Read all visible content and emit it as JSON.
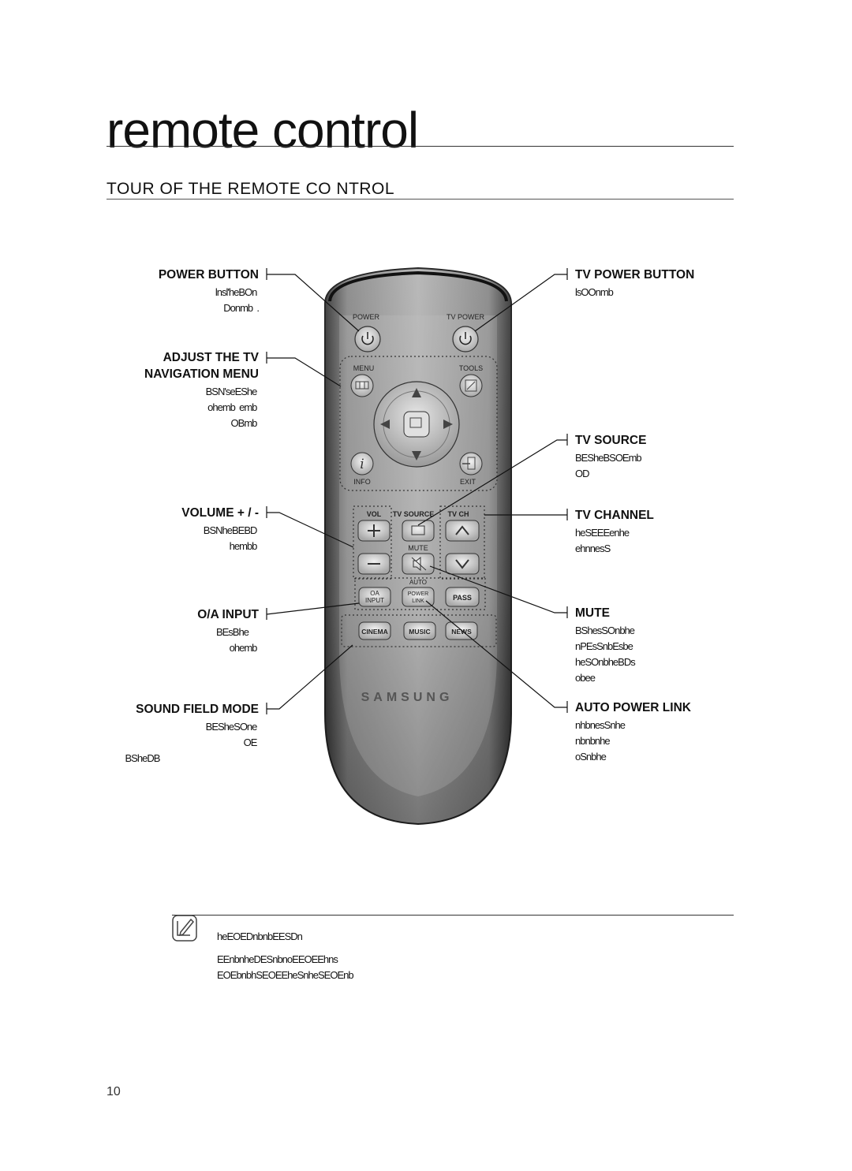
{
  "page": {
    "title": "remote control",
    "subtitle": "TOUR OF THE  REMOTE CO NTROL",
    "page_number": "10"
  },
  "callouts_left": [
    {
      "label": "POWER BUTTON",
      "desc": [
        "lnsl'heBOn ",
        "Donmb             ."
      ]
    },
    {
      "label": "ADJUST THE TV",
      "label2": "NAVIGATION MENU",
      "desc": [
        "BSN'seEShe ",
        "ohemb  emb ",
        "OBmb "
      ]
    },
    {
      "label": "VOLUME + / -",
      "desc": [
        "BSNheBEBD ",
        "hembb "
      ]
    },
    {
      "label": "O/A INPUT",
      "desc": [
        "BEsBhe           ",
        "ohemb "
      ]
    },
    {
      "label": "SOUND FIELD MODE",
      "desc": [
        "BESheSOne ",
        "OE ",
        "BSheDB "
      ]
    }
  ],
  "callouts_right": [
    {
      "label": "TV POWER BUTTON",
      "desc": [
        "lsOOnmb "
      ]
    },
    {
      "label": "TV SOURCE",
      "desc": [
        "BESheBSOEmb ",
        "OD "
      ]
    },
    {
      "label": "TV CHANNEL",
      "desc": [
        "heSEEEenhe ",
        "ehnnesS "
      ]
    },
    {
      "label": "MUTE",
      "desc": [
        "BShesSOnbhe ",
        "nPEsSnbEsbe ",
        "heSOnbheBDs ",
        "obee "
      ]
    },
    {
      "label": "AUTO POWER LINK",
      "desc": [
        "nhbnesSnhe ",
        "nbnbnhe ",
        "oSnbhe "
      ]
    }
  ],
  "remote": {
    "power": "POWER",
    "tv_power": "TV POWER",
    "menu": "MENU",
    "tools": "TOOLS",
    "info": "INFO",
    "exit": "EXIT",
    "vol": "VOL",
    "tv_source": "TV SOURCE",
    "tv_ch": "TV CH",
    "mute": "MUTE",
    "auto": "AUTO",
    "oa": "OA",
    "input": "INPUT",
    "power_link_1": "POWER",
    "power_link_2": "LINK",
    "pass": "PASS",
    "cinema": "CINEMA",
    "music": "MUSIC",
    "news": "NEWS",
    "brand": "SAMSUNG"
  },
  "note": {
    "line1": "heEOEDnbnbEESDn ",
    "line2": "EEnbnheDESnbnoEEOEEhns ",
    "line3": "EOEbnbhSEOEEheSnheSEOEnb "
  }
}
